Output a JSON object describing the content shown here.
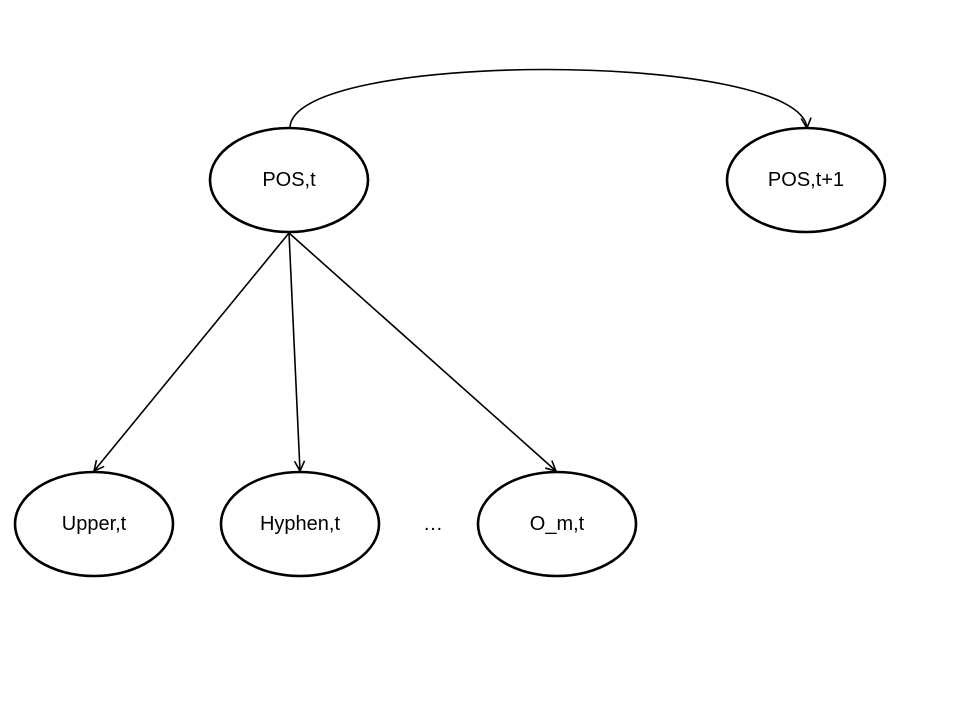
{
  "diagram": {
    "nodes": {
      "pos_t": {
        "label": "POS,t"
      },
      "pos_t1": {
        "label": "POS,t+1"
      },
      "upper_t": {
        "label": "Upper,t"
      },
      "hyphen_t": {
        "label": "Hyphen,t"
      },
      "o_m_t": {
        "label": "O_m,t"
      }
    },
    "ellipsis": "…",
    "edges": [
      {
        "from": "pos_t",
        "to": "pos_t1",
        "style": "curved"
      },
      {
        "from": "pos_t",
        "to": "upper_t",
        "style": "straight"
      },
      {
        "from": "pos_t",
        "to": "hyphen_t",
        "style": "straight"
      },
      {
        "from": "pos_t",
        "to": "o_m_t",
        "style": "straight"
      }
    ],
    "colors": {
      "stroke": "#000000",
      "fill": "#ffffff",
      "background": "#ffffff"
    }
  }
}
